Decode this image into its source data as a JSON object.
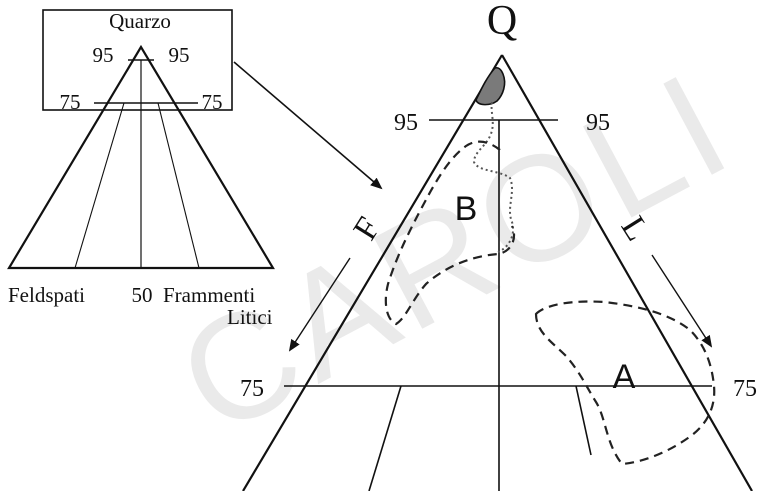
{
  "watermark": {
    "text": "CAROLI"
  },
  "inset": {
    "apex_label": "Quarzo",
    "left_95": "95",
    "right_95": "95",
    "left_75": "75",
    "right_75": "75",
    "left_corner_label": "Feldspati",
    "bottom_mid_label": "50",
    "right_corner_label_line1": "Frammenti",
    "right_corner_label_line2": "Litici"
  },
  "main": {
    "apex_label": "Q",
    "left_95": "95",
    "right_95": "95",
    "left_75": "75",
    "right_75": "75",
    "left_side_label": "F",
    "right_side_label": "L",
    "field_a_label": "A",
    "field_b_label": "B"
  }
}
